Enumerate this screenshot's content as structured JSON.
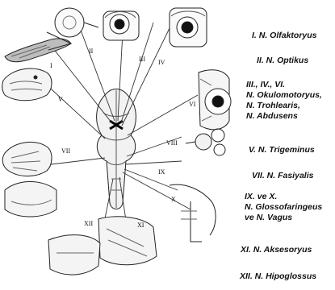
{
  "diagram": {
    "panel_labels": [
      "I",
      "II",
      "III",
      "IV",
      "V",
      "VI",
      "VII",
      "VIII",
      "IX",
      "X",
      "XI",
      "XII"
    ]
  },
  "legend": [
    {
      "lines": [
        "I. N. Olfaktoryus"
      ]
    },
    {
      "lines": [
        "II. N. Optikus"
      ]
    },
    {
      "lines": [
        "III., IV., VI.",
        "N. Okulomotoryus,",
        "N. Trohlearis,",
        "N. Abdusens"
      ]
    },
    {
      "lines": [
        "V. N. Trigeminus"
      ]
    },
    {
      "lines": [
        "VII. N. Fasiyalis"
      ]
    },
    {
      "lines": [
        "IX. ve X.",
        "N. Glossofaringeus",
        "ve N. Vagus"
      ]
    },
    {
      "lines": [
        "XI. N. Aksesoryus"
      ]
    },
    {
      "lines": [
        "XII. N. Hipoglossus"
      ]
    }
  ]
}
